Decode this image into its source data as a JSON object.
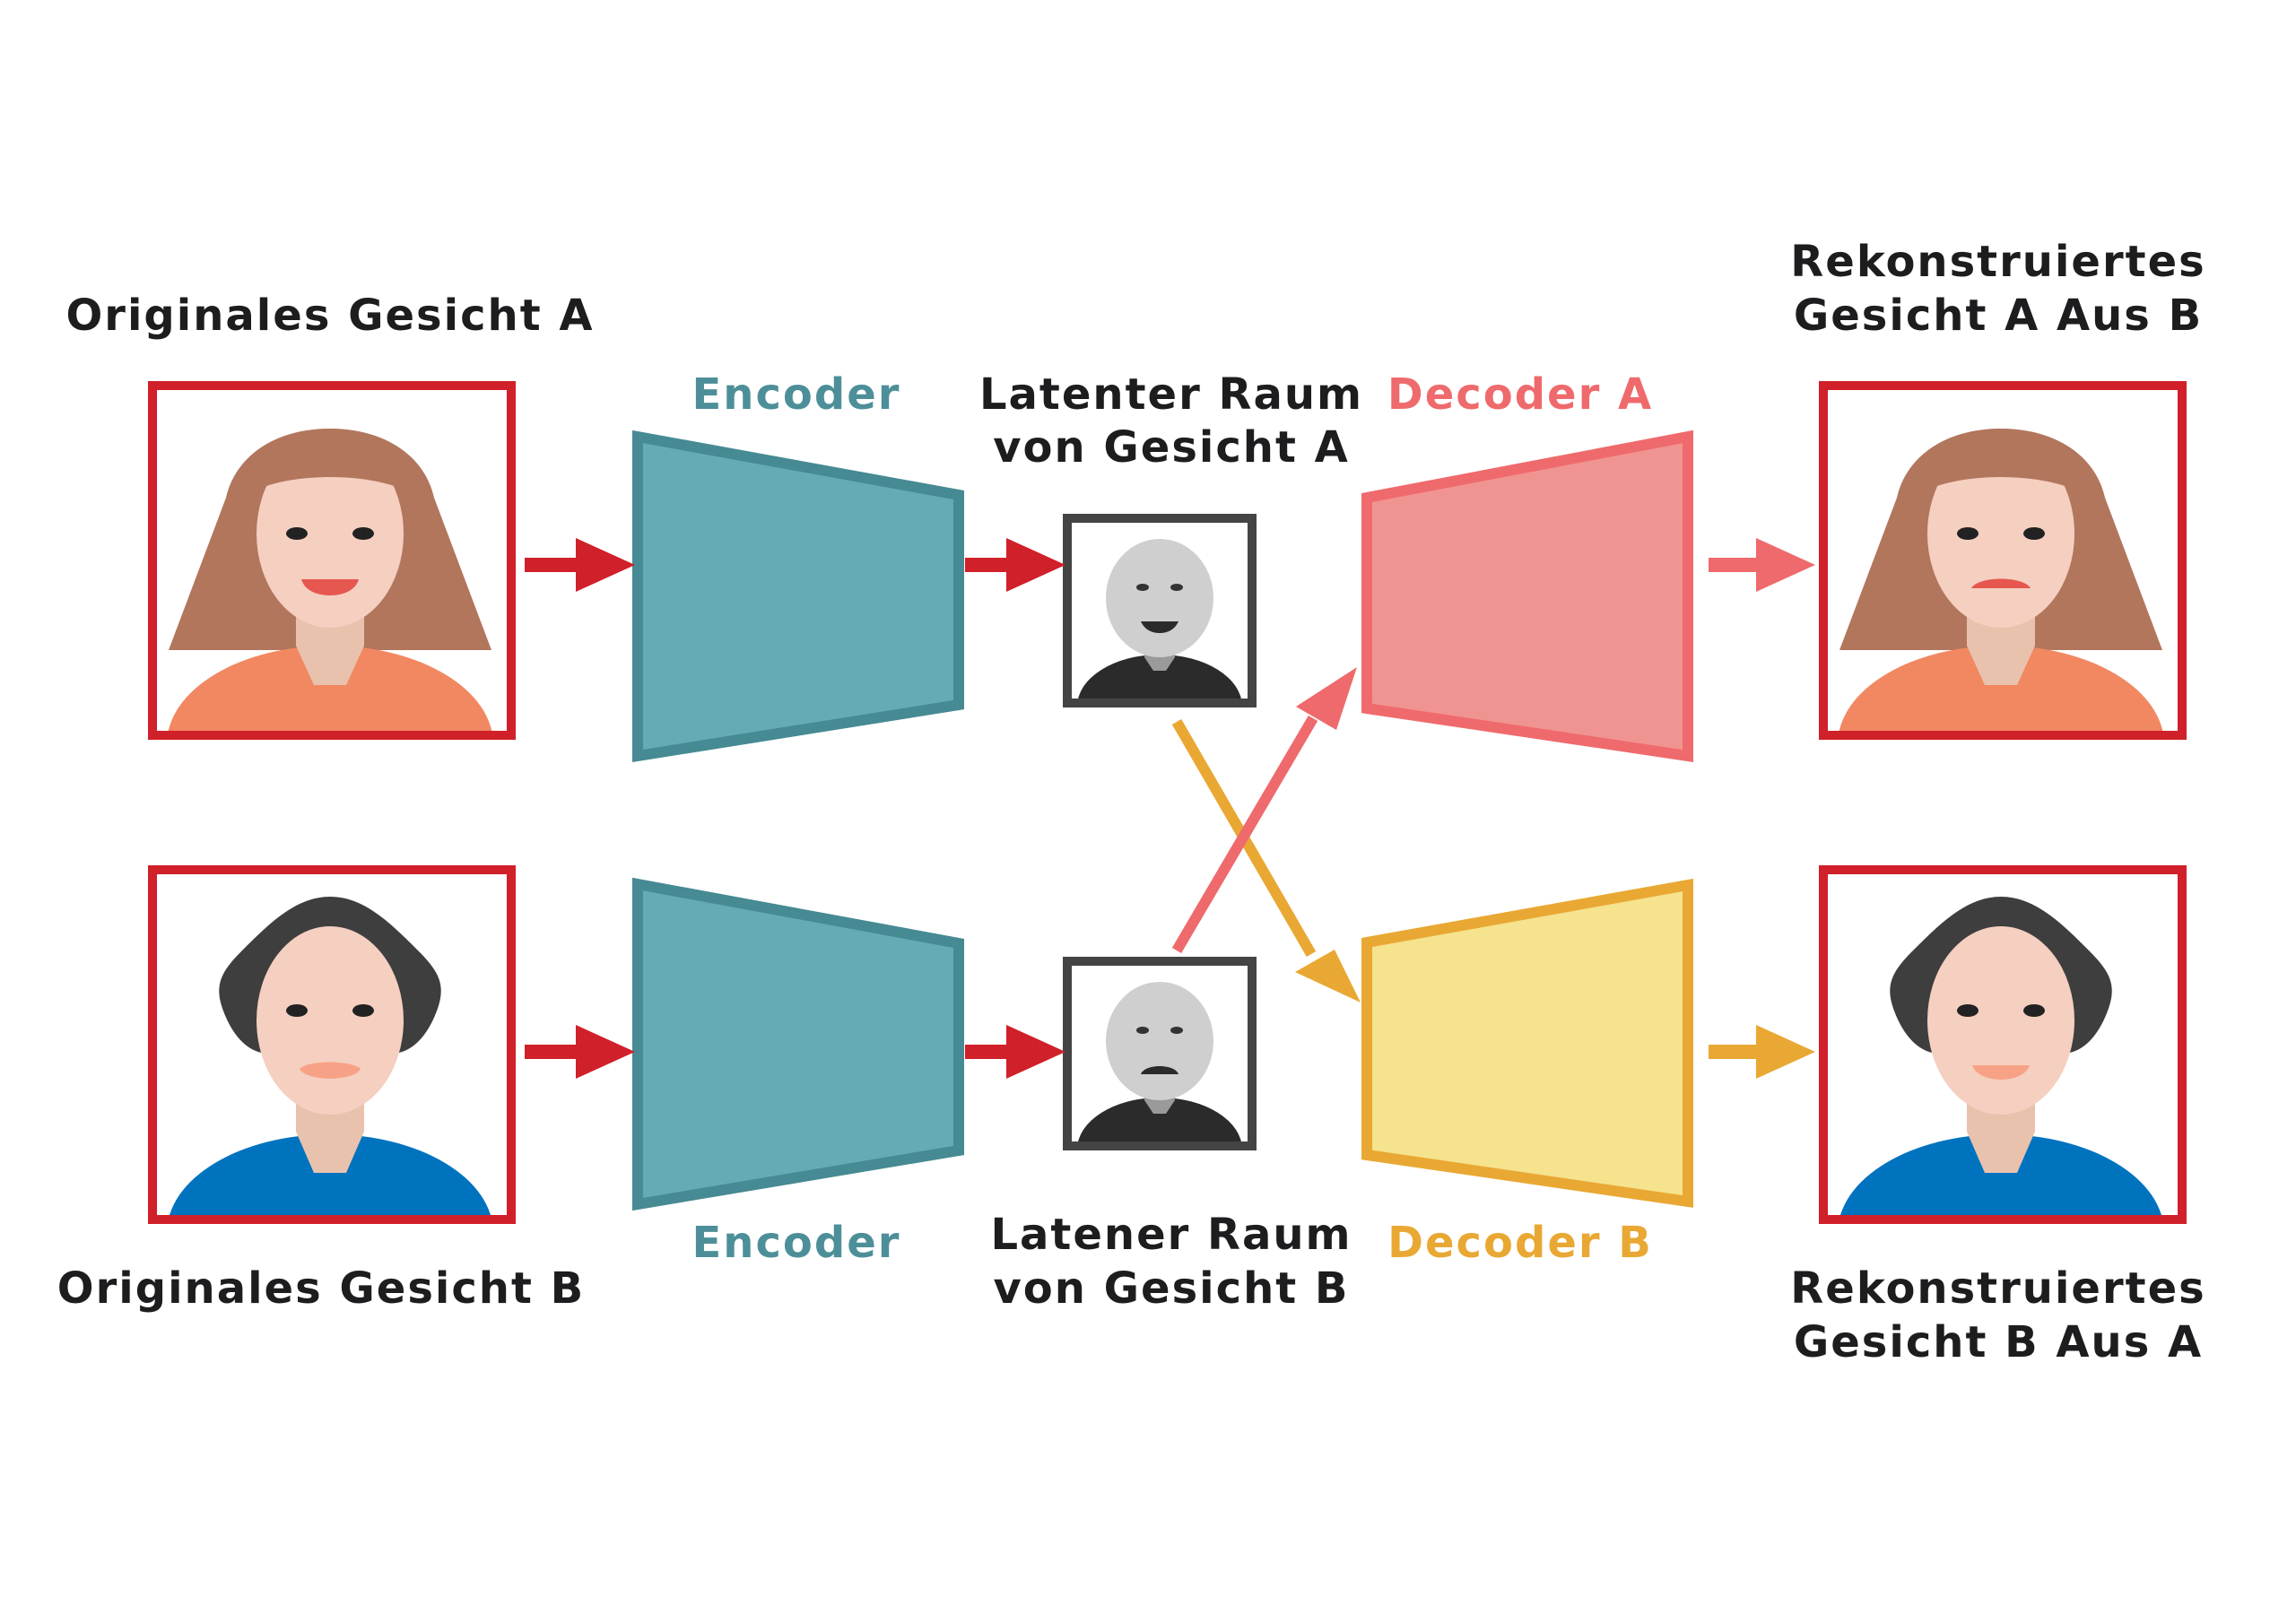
{
  "labels": {
    "original_a": "Originales Gesicht A",
    "original_b": "Originales Gesicht B",
    "encoder_top": "Encoder",
    "encoder_bottom": "Encoder",
    "latent_a_line1": "Latenter Raum",
    "latent_a_line2": "von Gesicht A",
    "latent_b_line1": "Latener Raum",
    "latent_b_line2": "von Gesicht B",
    "decoder_a": "Decoder A",
    "decoder_b": "Decoder B",
    "recon_a_line1": "Rekonstruiertes",
    "recon_a_line2": "Gesicht A Aus B",
    "recon_b_line1": "Rekonstruiertes",
    "recon_b_line2": "Gesicht B Aus A"
  },
  "colors": {
    "frame_red": "#d0202a",
    "encoder_fill": "#65abb4",
    "encoder_stroke": "#468a93",
    "decoder_a_fill": "#f09492",
    "decoder_a_stroke": "#ef6a6c",
    "decoder_b_fill": "#f5e38e",
    "decoder_b_stroke": "#e9a833",
    "label_dark": "#1d1d1f",
    "label_teal": "#4d8f99",
    "label_pink": "#ef6a6c",
    "label_orange": "#e9a833",
    "latent_frame": "#444444"
  }
}
